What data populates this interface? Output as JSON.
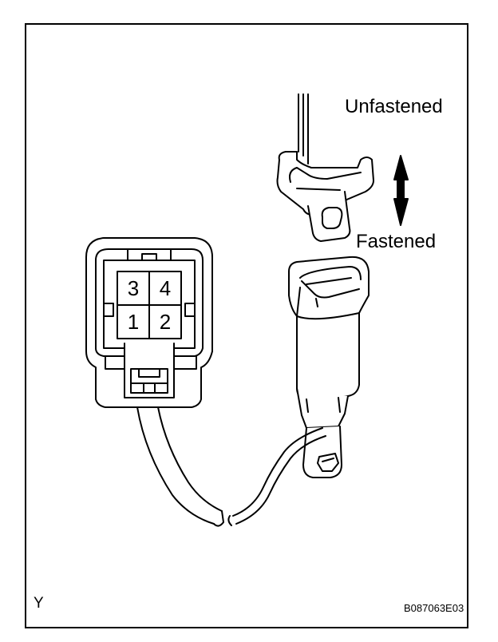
{
  "labels": {
    "unfastened": "Unfastened",
    "fastened": "Fastened",
    "corner": "Y",
    "figure_code": "B087063E03"
  },
  "connector": {
    "pins": [
      "3",
      "4",
      "1",
      "2"
    ]
  },
  "colors": {
    "line": "#000000",
    "background": "#ffffff"
  }
}
